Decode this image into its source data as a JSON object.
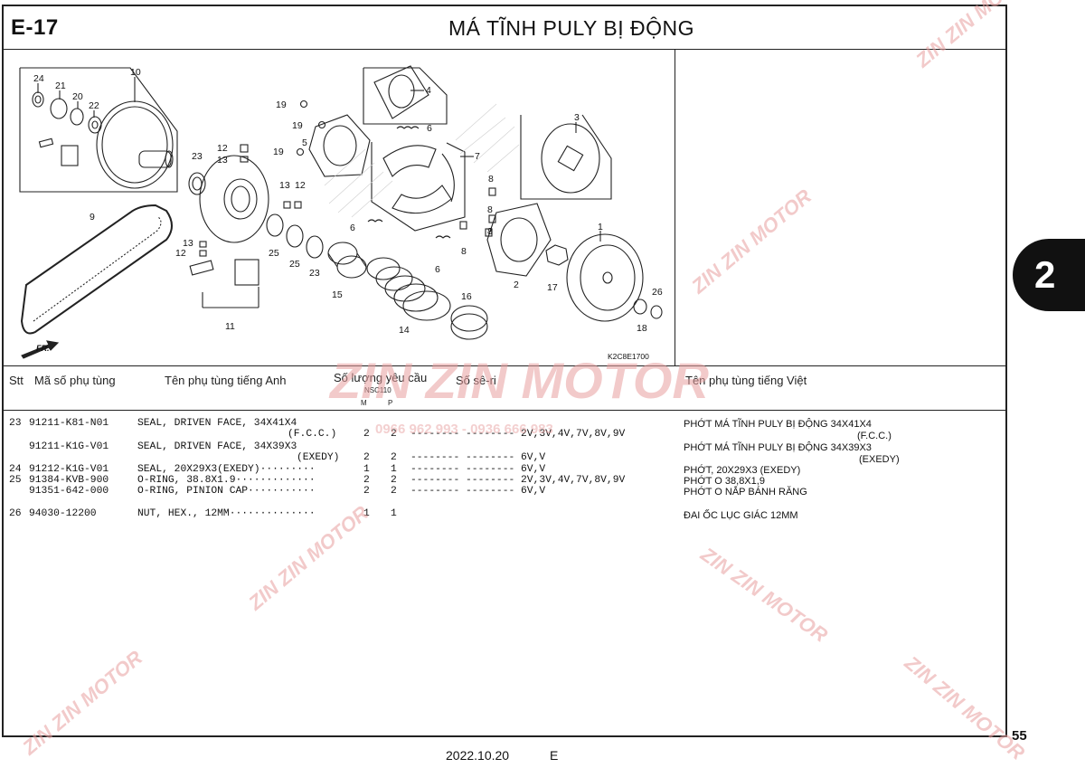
{
  "header": {
    "section_code": "E-17",
    "title": "MÁ TĨNH PULY BỊ ĐỘNG"
  },
  "diagram": {
    "code": "K2C8E1700",
    "direction_label": "FR.",
    "callouts": [
      "1",
      "2",
      "3",
      "4",
      "5",
      "6",
      "6",
      "6",
      "7",
      "8",
      "8",
      "8",
      "8",
      "9",
      "10",
      "11",
      "12",
      "12",
      "12",
      "13",
      "13",
      "13",
      "14",
      "15",
      "16",
      "17",
      "18",
      "19",
      "19",
      "19",
      "20",
      "21",
      "22",
      "23",
      "23",
      "24",
      "25",
      "25",
      "26"
    ]
  },
  "table": {
    "headers": {
      "stt": "Stt",
      "part_no": "Mã số phụ tùng",
      "name_en": "Tên phụ tùng tiếng Anh",
      "qty": "Số lượng yêu cầu",
      "model": "NSC110",
      "col_m": "M",
      "col_p": "P",
      "serial": "Số sê-ri",
      "name_vi": "Tên phụ tùng tiếng Việt"
    },
    "rows": [
      {
        "stt": "23",
        "part_no": "91211-K81-N01",
        "name_en": "SEAL, DRIVEN FACE, 34X41X4",
        "variant": "(F.C.C.)",
        "m": "2",
        "p": "2",
        "serial": "-------- -------- 2V,3V,4V,7V,8V,9V",
        "name_vi": "PHỚT MÁ TĨNH PULY BỊ ĐỘNG 34X41X4",
        "variant_vi": "(F.C.C.)"
      },
      {
        "stt": "",
        "part_no": "91211-K1G-V01",
        "name_en": "SEAL, DRIVEN FACE, 34X39X3",
        "variant": "(EXEDY)",
        "m": "2",
        "p": "2",
        "serial": "-------- -------- 6V,V",
        "name_vi": "PHỚT MÁ TĨNH PULY BỊ ĐỘNG 34X39X3",
        "variant_vi": "(EXEDY)"
      },
      {
        "stt": "24",
        "part_no": "91212-K1G-V01",
        "name_en": "SEAL, 20X29X3(EXEDY)·········",
        "variant": "",
        "m": "1",
        "p": "1",
        "serial": "-------- -------- 6V,V",
        "name_vi": "PHỚT, 20X29X3 (EXEDY)",
        "variant_vi": ""
      },
      {
        "stt": "25",
        "part_no": "91384-KVB-900",
        "name_en": "O-RING, 38.8X1.9·············",
        "variant": "",
        "m": "2",
        "p": "2",
        "serial": "-------- -------- 2V,3V,4V,7V,8V,9V",
        "name_vi": "PHỚT O 38,8X1,9",
        "variant_vi": ""
      },
      {
        "stt": "",
        "part_no": "91351-642-000",
        "name_en": "O-RING, PINION CAP···········",
        "variant": "",
        "m": "2",
        "p": "2",
        "serial": "-------- -------- 6V,V",
        "name_vi": "PHỚT O NẮP BÁNH RĂNG",
        "variant_vi": ""
      },
      {
        "stt": "26",
        "part_no": "94030-12200",
        "name_en": "NUT, HEX., 12MM··············",
        "variant": "",
        "m": "1",
        "p": "1",
        "serial": "",
        "name_vi": "ĐAI ỐC LỤC GIÁC 12MM",
        "variant_vi": ""
      }
    ]
  },
  "side_tab": "2",
  "page_number": "55",
  "footer": {
    "date": "2022.10.20",
    "code": "E"
  },
  "watermark": {
    "brand": "ZIN ZIN MOTOR",
    "phone": "0966 962 993 - 0936 666 983"
  },
  "colors": {
    "watermark": "#e8a0a0",
    "ink": "#111111",
    "badge": "#111111"
  }
}
